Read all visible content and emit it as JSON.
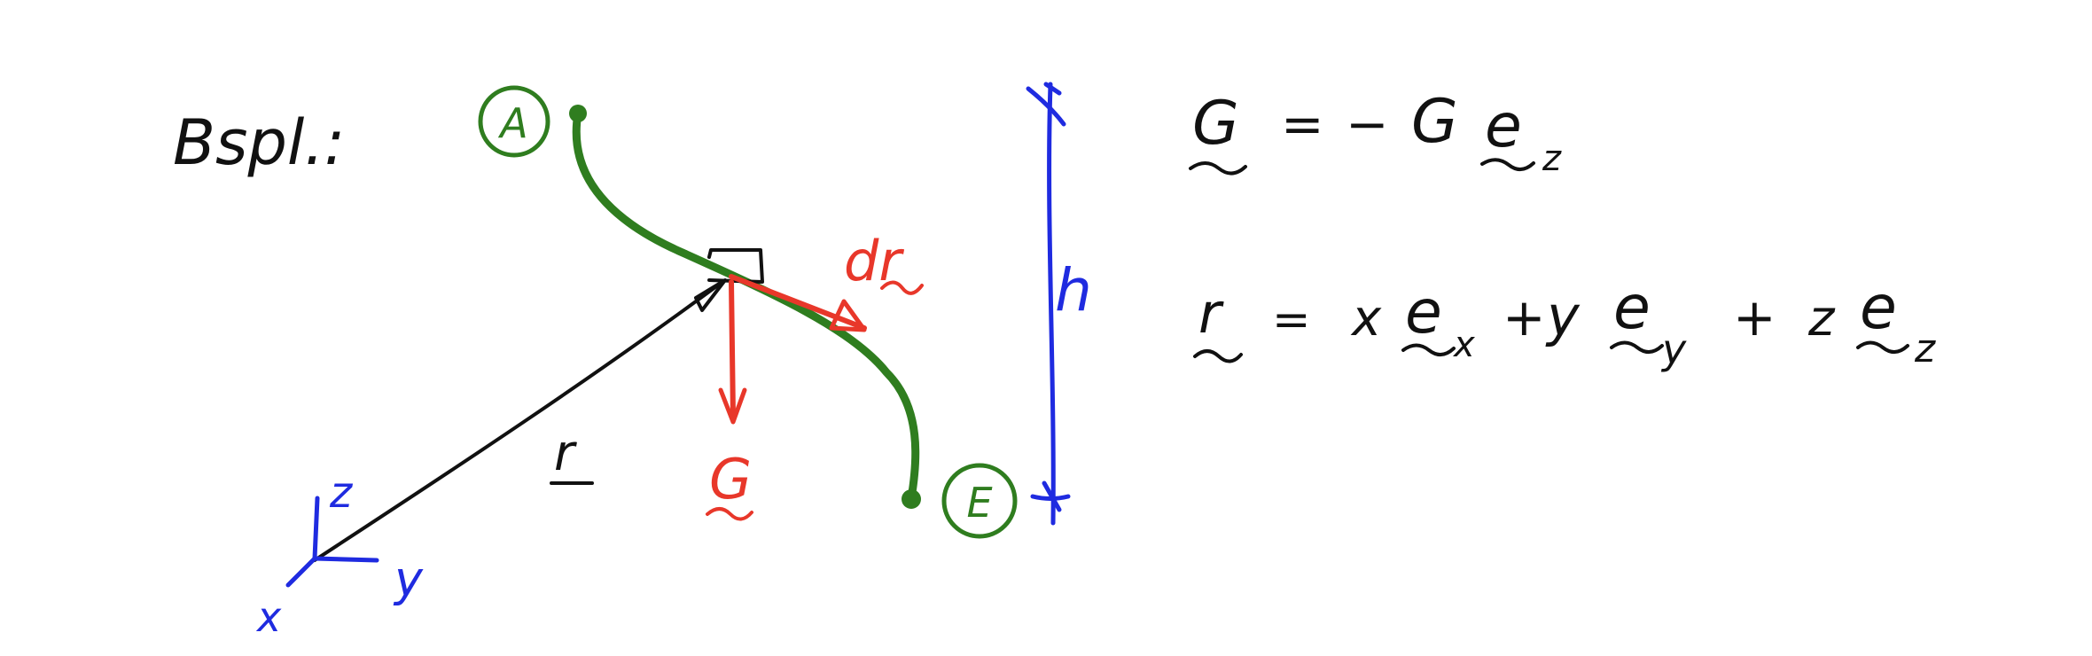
{
  "diagram": {
    "example_label": "Bspl.:",
    "start_point_label": "A",
    "end_point_label": "E",
    "height_label": "h",
    "position_vector_label": "r",
    "displacement_label": "dr",
    "weight_label": "G",
    "axis_x_label": "x",
    "axis_y_label": "y",
    "axis_z_label": "z"
  },
  "equations": {
    "weight": {
      "lhs": "G",
      "equals": "=",
      "rhs_sign": "−",
      "rhs_scalar": "G",
      "rhs_vector": "e",
      "rhs_index": "z"
    },
    "position": {
      "lhs": "r",
      "equals": "=",
      "t1_scalar": "x",
      "t1_vector": "e",
      "t1_index": "x",
      "plus1": "+",
      "t2_scalar": "y",
      "t2_vector": "e",
      "t2_index": "y",
      "plus2": "+",
      "t3_scalar": "z",
      "t3_vector": "e",
      "t3_index": "z"
    }
  },
  "colors": {
    "ink": "#111111",
    "curve": "#2f7d1f",
    "force": "#e8372a",
    "axes": "#1f2be0"
  }
}
